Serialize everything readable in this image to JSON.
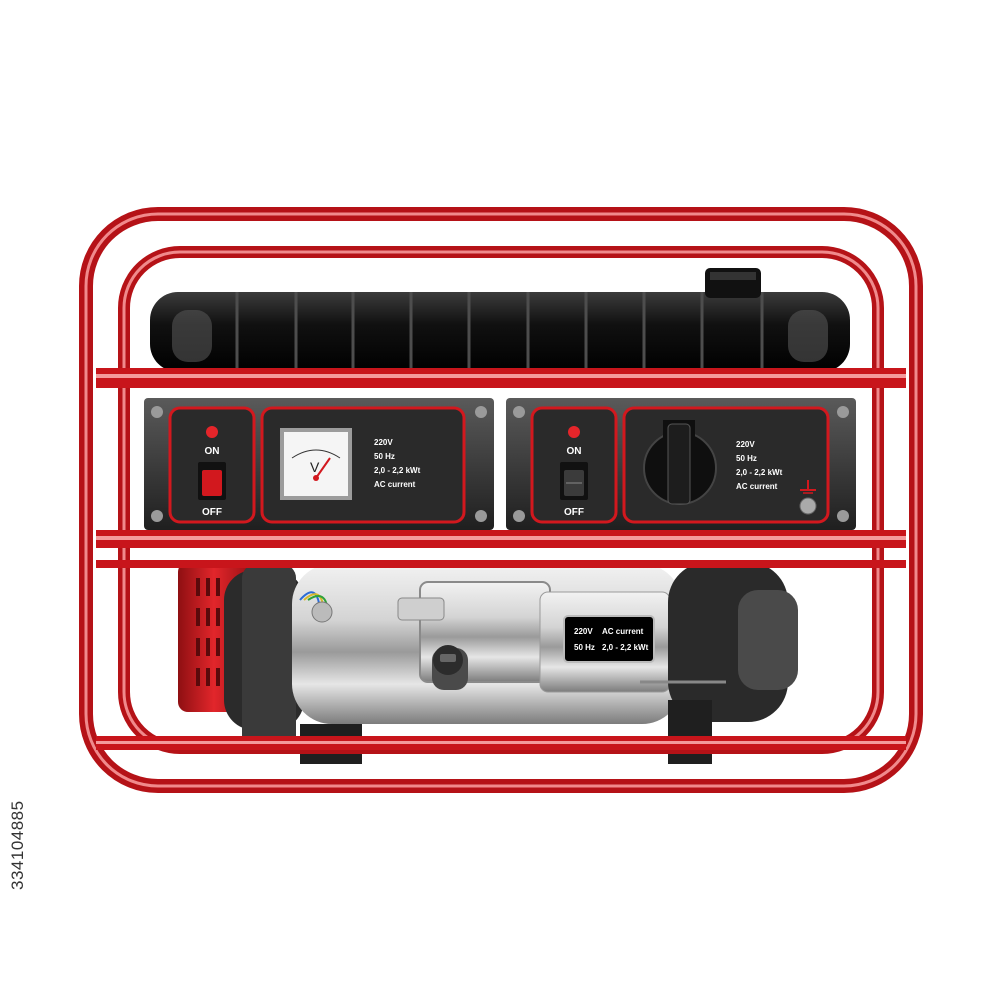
{
  "colors": {
    "frame_red": "#d7191e",
    "frame_highlight": "#f7a0a0",
    "panel_dark": "#2e2e2e",
    "panel_border": "#c8151b",
    "engine_silver": "#c9c9c9",
    "tank_black": "#141414",
    "indicator_led": "#e5252a"
  },
  "left_panel": {
    "switch_on_label": "ON",
    "switch_off_label": "OFF",
    "specs": [
      "220V",
      "50 Hz",
      "2,0 - 2,2 kWt",
      "AC current"
    ],
    "voltmeter_symbol": "V"
  },
  "right_panel": {
    "switch_on_label": "ON",
    "switch_off_label": "OFF",
    "specs": [
      "220V",
      "50 Hz",
      "2,0 - 2,2 kWt",
      "AC current"
    ],
    "socket_icon": "schuko-socket-icon",
    "ground_icon": "ground-terminal-icon"
  },
  "engine_label": {
    "row1_left": "220V",
    "row1_right": "AC current",
    "row2_left": "50 Hz",
    "row2_right": "2,0 - 2,2 kWt"
  },
  "stock_id": "334104885"
}
